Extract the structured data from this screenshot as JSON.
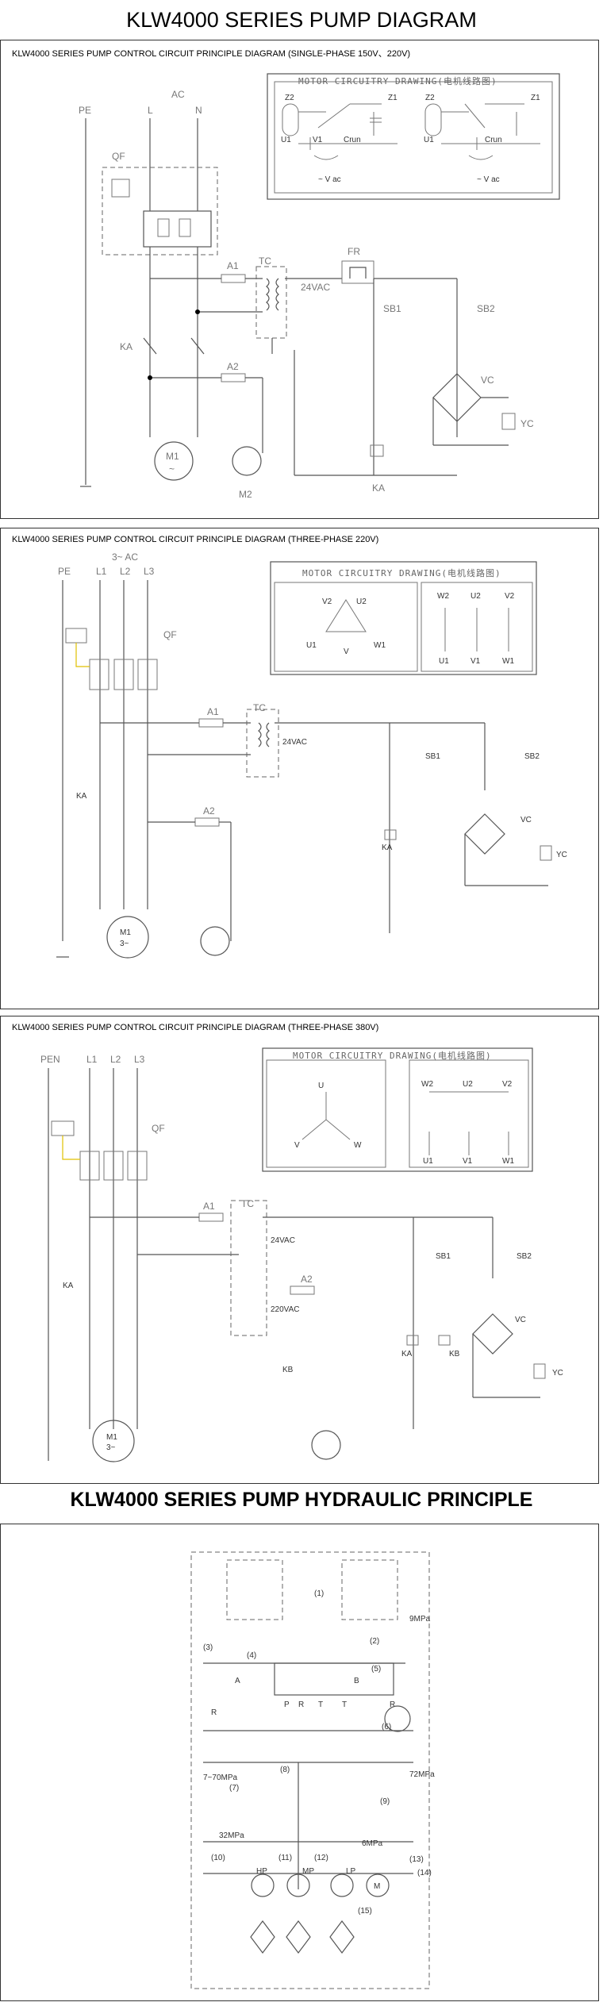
{
  "page_title": "KLW4000 SERIES PUMP DIAGRAM",
  "hydraulic_title": "KLW4000 SERIES PUMP HYDRAULIC PRINCIPLE",
  "panels": [
    {
      "title": "KLW4000 SERIES PUMP CONTROL CIRCUIT PRINCIPLE DIAGRAM (SINGLE-PHASE 150V、220V)"
    },
    {
      "title": "KLW4000 SERIES PUMP CONTROL CIRCUIT PRINCIPLE DIAGRAM (THREE-PHASE 220V)"
    },
    {
      "title": "KLW4000 SERIES PUMP CONTROL CIRCUIT PRINCIPLE DIAGRAM (THREE-PHASE 380V)"
    }
  ],
  "motor_box_title": "MOTOR CIRCUITRY DRAWING(电机线路图)",
  "labels": {
    "pe": "PE",
    "pen": "PEN",
    "l": "L",
    "ac": "AC",
    "n": "N",
    "qf": "QF",
    "ka": "KA",
    "kb": "KB",
    "a1": "A1",
    "a2": "A2",
    "tc": "TC",
    "fr": "FR",
    "sb1": "SB1",
    "sb2": "SB2",
    "vc": "VC",
    "yc": "YC",
    "m1": "M1",
    "m2": "M2",
    "v24": "24VAC",
    "v220": "220VAC",
    "ac3": "3~ AC",
    "l1": "L1",
    "l2": "L2",
    "l3": "L3",
    "crun": "Crun",
    "vac": "~ V ac",
    "tilde": "~",
    "m3": "3~",
    "z2": "Z2",
    "z1": "Z1",
    "u1": "U1",
    "u2": "U2",
    "v1": "V1",
    "v2": "V2",
    "w1": "W1",
    "w2": "W2",
    "u": "U",
    "v": "V",
    "w": "W"
  },
  "hydraulic": {
    "p9": "9MPa",
    "p7_70": "7~70MPa",
    "p72": "72MPa",
    "p32": "32MPa",
    "p6": "6MPa",
    "hp": "HP",
    "mp": "MP",
    "lp": "LP",
    "m": "M",
    "a": "A",
    "b": "B",
    "r": "R",
    "p": "P",
    "t": "T",
    "n1": "(1)",
    "n2": "(2)",
    "n3": "(3)",
    "n4": "(4)",
    "n5": "(5)",
    "n6": "(6)",
    "n7": "(7)",
    "n8": "(8)",
    "n9": "(9)",
    "n10": "(10)",
    "n11": "(11)",
    "n12": "(12)",
    "n13": "(13)",
    "n14": "(14)",
    "n15": "(15)"
  }
}
